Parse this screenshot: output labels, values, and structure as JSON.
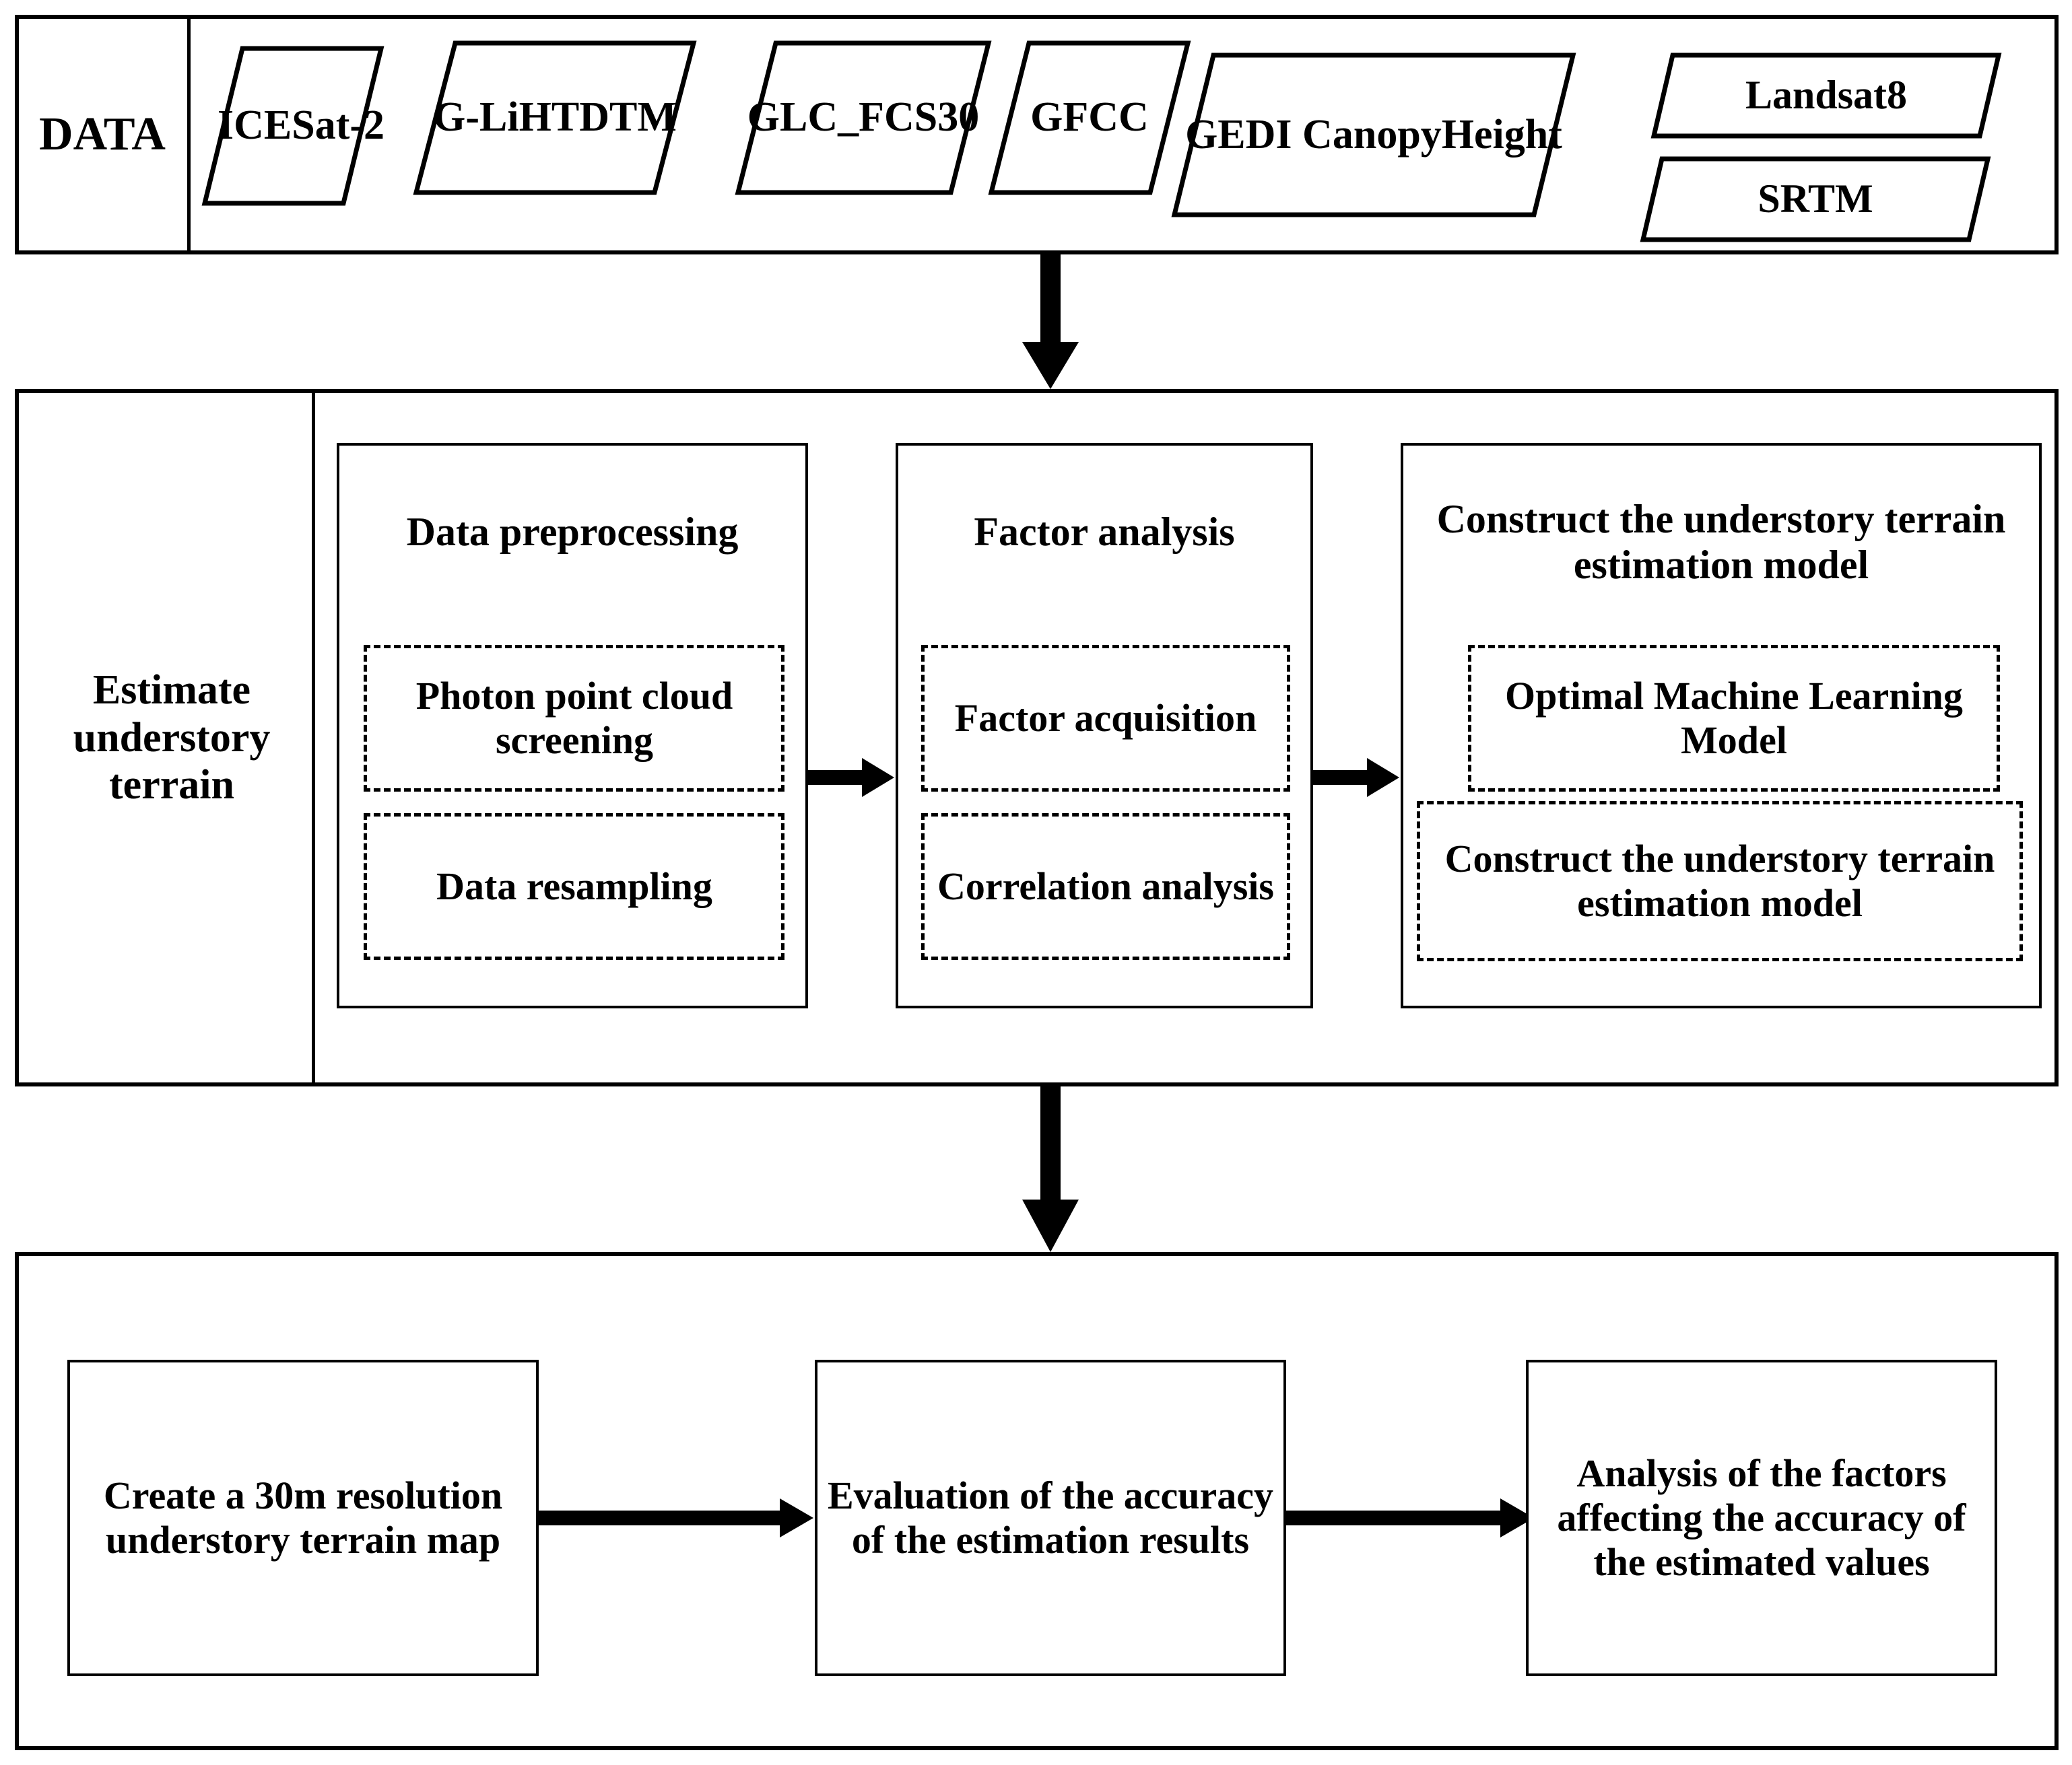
{
  "diagram": {
    "title": "Understory terrain estimation workflow",
    "colors": {
      "stroke": "#000000",
      "background": "#ffffff",
      "text": "#000000"
    },
    "sections": [
      {
        "id": "data",
        "label": "DATA",
        "datasets": [
          {
            "name": "icesat2",
            "lines": [
              "ICES",
              "at-2"
            ]
          },
          {
            "name": "gliht-dtm",
            "lines": [
              "G-LiHT",
              "DTM"
            ]
          },
          {
            "name": "glc-fcs30",
            "lines": [
              "GLC_",
              "FCS30"
            ]
          },
          {
            "name": "gf-cc",
            "lines": [
              "GF",
              "CC"
            ]
          },
          {
            "name": "gedi-canopy",
            "lines": [
              "GEDI Canopy",
              "Height"
            ]
          },
          {
            "name": "landsat8",
            "lines": [
              "Landsat8"
            ]
          },
          {
            "name": "srtm",
            "lines": [
              "SRTM"
            ]
          }
        ]
      },
      {
        "id": "estimate",
        "label": "Estimate understory terrain",
        "steps": [
          {
            "id": "data-preprocessing",
            "title": "Data preprocessing",
            "substeps": [
              "Photon point cloud screening",
              "Data resampling"
            ]
          },
          {
            "id": "factor-analysis",
            "title": "Factor analysis",
            "substeps": [
              "Factor acquisition",
              "Correlation analysis"
            ]
          },
          {
            "id": "construct-model",
            "title": "Construct the understory terrain estimation model",
            "substeps": [
              "Optimal Machine Learning Model",
              "Construct the understory terrain estimation model"
            ]
          }
        ]
      },
      {
        "id": "results",
        "steps": [
          {
            "id": "create-map",
            "title": "Create a 30m resolution understory terrain map"
          },
          {
            "id": "evaluate-accuracy",
            "title": "Evaluation of the accuracy of the estimation results"
          },
          {
            "id": "analyze-factors",
            "title": "Analysis of the factors affecting the accuracy of the estimated values"
          }
        ]
      }
    ]
  }
}
